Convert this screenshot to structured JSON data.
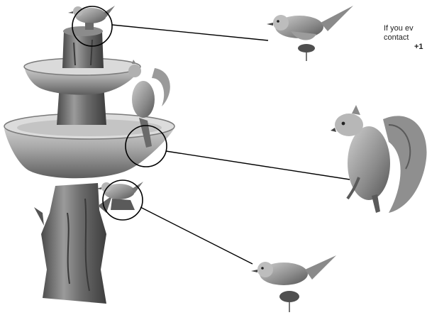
{
  "contact_note": {
    "line_1": "If you ev",
    "line_2": "contact",
    "line_3": "+1"
  },
  "colors": {
    "stone_light": "#d9d9d9",
    "stone_mid": "#a6a6a6",
    "stone_dark": "#5c5c5c",
    "callout_line": "#000000"
  }
}
